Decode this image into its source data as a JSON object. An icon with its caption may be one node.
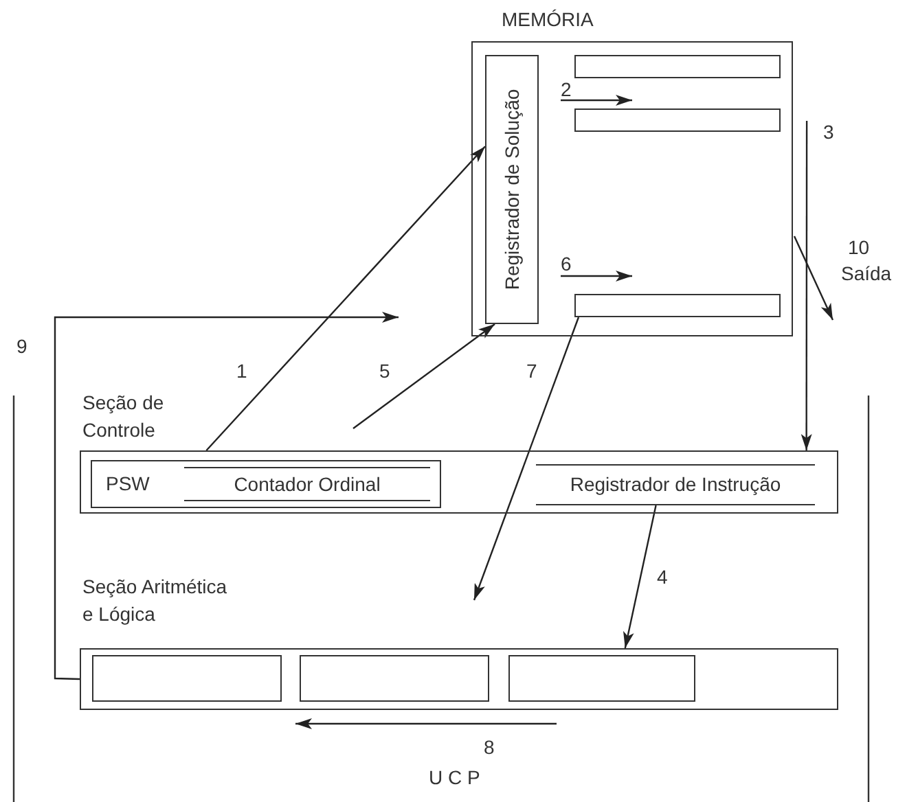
{
  "diagram": {
    "nodes": [
      {
        "text": [
          "MEMÓRIA"
        ]
      },
      {
        "text": [
          "Registrador de Solução"
        ],
        "in": 0
      },
      {
        "text": [],
        "shape": "box",
        "in": 0
      },
      {
        "text": [],
        "shape": "box",
        "in": 0
      },
      {
        "text": [],
        "shape": "box",
        "in": 0
      },
      {
        "text": [
          "Seção de Controle"
        ]
      },
      {
        "text": [
          "PSW"
        ],
        "in": 5
      },
      {
        "text": [
          "Contador Ordinal"
        ],
        "in": 6
      },
      {
        "text": [
          "Registrador de Instrução"
        ],
        "in": 5
      },
      {
        "text": [
          "Seção Aritmética e Lógica"
        ]
      },
      {
        "text": [],
        "shape": "box",
        "in": 9
      },
      {
        "text": [],
        "shape": "box",
        "in": 9
      },
      {
        "text": [],
        "shape": "box",
        "in": 9
      }
    ],
    "edges": [
      {
        "from": 5,
        "to": 1,
        "arrow": "to",
        "label": "1"
      },
      {
        "from": null,
        "to": 1,
        "arrow": "to",
        "label": "5"
      },
      {
        "from": 0,
        "to": 5,
        "arrow": "to",
        "label": "3"
      },
      {
        "from": 4,
        "to": null,
        "arrow": "to",
        "label": "7"
      },
      {
        "from": 8,
        "to": 9,
        "arrow": "to",
        "label": "4"
      },
      {
        "from": 9,
        "to": null,
        "arrow": "to",
        "label": "9"
      }
    ],
    "labels": [
      "2",
      "10",
      "Saída",
      "6",
      "8",
      "U C P"
    ]
  }
}
